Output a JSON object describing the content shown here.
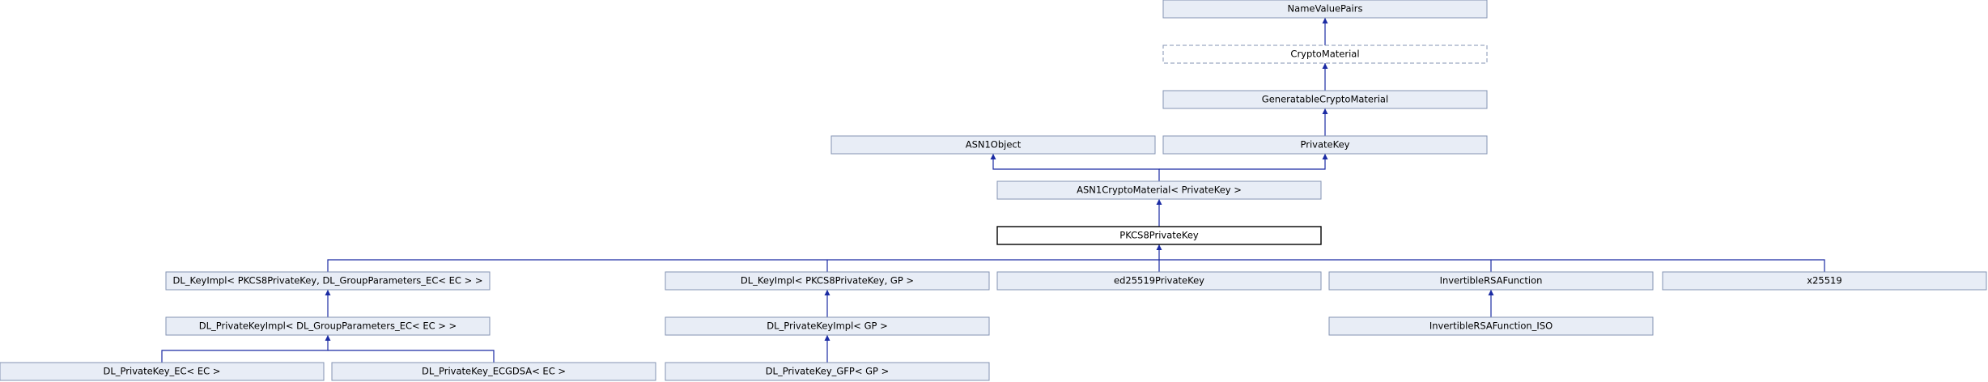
{
  "nodes": {
    "namevaluepairs": "NameValuePairs",
    "cryptomaterial": "CryptoMaterial",
    "generatablecryptomaterial": "GeneratableCryptoMaterial",
    "asn1object": "ASN1Object",
    "privatekey": "PrivateKey",
    "asn1cryptomaterial": "ASN1CryptoMaterial< PrivateKey >",
    "pkcs8privatekey": "PKCS8PrivateKey",
    "dl_keyimpl_ec": "DL_KeyImpl< PKCS8PrivateKey, DL_GroupParameters_EC< EC > >",
    "dl_keyimpl_gp": "DL_KeyImpl< PKCS8PrivateKey, GP >",
    "ed25519privatekey": "ed25519PrivateKey",
    "invertiblersafunction": "InvertibleRSAFunction",
    "x25519": "x25519",
    "dl_privatekeyimpl_ec": "DL_PrivateKeyImpl< DL_GroupParameters_EC< EC > >",
    "dl_privatekeyimpl_gp": "DL_PrivateKeyImpl< GP >",
    "invertiblersafunction_iso": "InvertibleRSAFunction_ISO",
    "dl_privatekey_ec": "DL_PrivateKey_EC< EC >",
    "dl_privatekey_ecgdsa": "DL_PrivateKey_ECGDSA< EC >",
    "dl_privatekey_gfp": "DL_PrivateKey_GFP< GP >"
  }
}
